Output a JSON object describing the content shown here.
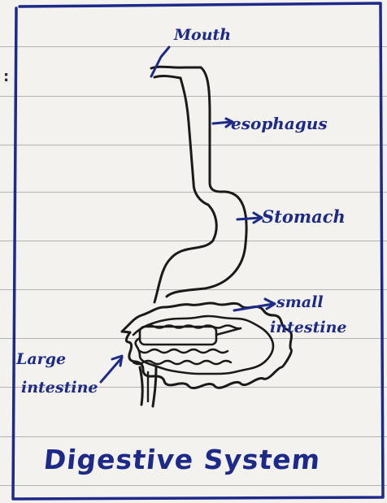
{
  "diagram": {
    "labels": {
      "mouth": "Mouth",
      "esophagus": "esophagus",
      "stomach": "Stomach",
      "small_intestine_line1": "small",
      "small_intestine_line2": "intestine",
      "large_intestine_line1": "Large",
      "large_intestine_line2": "intestine"
    },
    "caption": "Digestive System"
  },
  "colors": {
    "ink_blue": "#1d2a8a",
    "pencil_black": "#1a1a1a",
    "paper": "#f4f2ee",
    "rule_lines": "#7f7e7c"
  }
}
